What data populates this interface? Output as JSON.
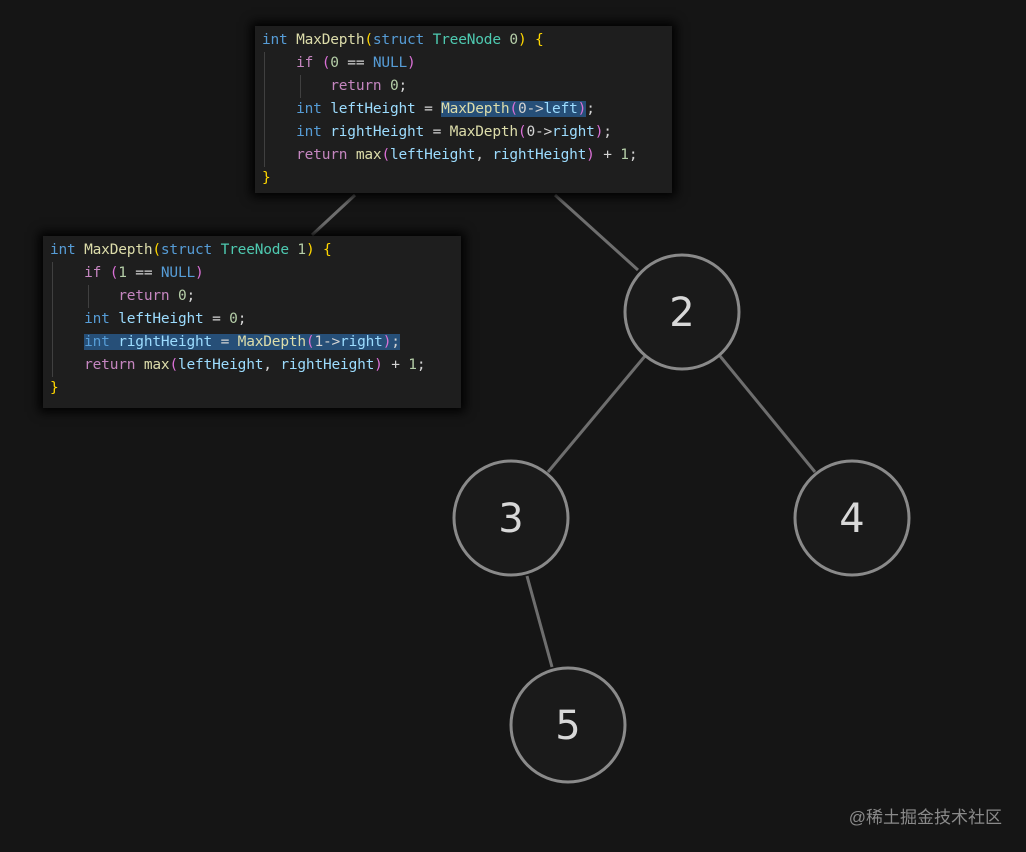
{
  "code_blocks": [
    {
      "lines": [
        [
          {
            "t": "int",
            "c": "kw"
          },
          {
            "t": " "
          },
          {
            "t": "MaxDepth",
            "c": "fn"
          },
          {
            "t": "(",
            "c": "br1"
          },
          {
            "t": "struct",
            "c": "kw"
          },
          {
            "t": " "
          },
          {
            "t": "TreeNode",
            "c": "ty"
          },
          {
            "t": " "
          },
          {
            "t": "0",
            "c": "num"
          },
          {
            "t": ")",
            "c": "br1"
          },
          {
            "t": " "
          },
          {
            "t": "{",
            "c": "br1"
          }
        ],
        [
          {
            "t": "    "
          },
          {
            "t": "if",
            "c": "ctl"
          },
          {
            "t": " "
          },
          {
            "t": "(",
            "c": "br2"
          },
          {
            "t": "0",
            "c": "num"
          },
          {
            "t": " == ",
            "c": "pl"
          },
          {
            "t": "NULL",
            "c": "kw"
          },
          {
            "t": ")",
            "c": "br2"
          }
        ],
        [
          {
            "t": "        "
          },
          {
            "t": "return",
            "c": "ctl"
          },
          {
            "t": " "
          },
          {
            "t": "0",
            "c": "num"
          },
          {
            "t": ";",
            "c": "pl"
          }
        ],
        [
          {
            "t": "    "
          },
          {
            "t": "int",
            "c": "kw"
          },
          {
            "t": " "
          },
          {
            "t": "leftHeight",
            "c": "var"
          },
          {
            "t": " = ",
            "c": "pl"
          },
          {
            "t": "MaxDepth",
            "c": "fn",
            "sel": true
          },
          {
            "t": "(",
            "c": "br2",
            "sel": true
          },
          {
            "t": "0->",
            "c": "pl",
            "sel": true
          },
          {
            "t": "left",
            "c": "var",
            "sel": true
          },
          {
            "t": ")",
            "c": "br2",
            "sel": true
          },
          {
            "t": ";",
            "c": "pl"
          }
        ],
        [
          {
            "t": "    "
          },
          {
            "t": "int",
            "c": "kw"
          },
          {
            "t": " "
          },
          {
            "t": "rightHeight",
            "c": "var"
          },
          {
            "t": " = ",
            "c": "pl"
          },
          {
            "t": "MaxDepth",
            "c": "fn"
          },
          {
            "t": "(",
            "c": "br2"
          },
          {
            "t": "0->",
            "c": "pl"
          },
          {
            "t": "right",
            "c": "var"
          },
          {
            "t": ")",
            "c": "br2"
          },
          {
            "t": ";",
            "c": "pl"
          }
        ],
        [
          {
            "t": "    "
          },
          {
            "t": "return",
            "c": "ctl"
          },
          {
            "t": " "
          },
          {
            "t": "max",
            "c": "fn"
          },
          {
            "t": "(",
            "c": "br2"
          },
          {
            "t": "leftHeight",
            "c": "var"
          },
          {
            "t": ", ",
            "c": "pl"
          },
          {
            "t": "rightHeight",
            "c": "var"
          },
          {
            "t": ")",
            "c": "br2"
          },
          {
            "t": " + ",
            "c": "pl"
          },
          {
            "t": "1",
            "c": "num"
          },
          {
            "t": ";",
            "c": "pl"
          }
        ],
        [
          {
            "t": "}",
            "c": "br1"
          }
        ]
      ]
    },
    {
      "lines": [
        [
          {
            "t": "int",
            "c": "kw"
          },
          {
            "t": " "
          },
          {
            "t": "MaxDepth",
            "c": "fn"
          },
          {
            "t": "(",
            "c": "br1"
          },
          {
            "t": "struct",
            "c": "kw"
          },
          {
            "t": " "
          },
          {
            "t": "TreeNode",
            "c": "ty"
          },
          {
            "t": " "
          },
          {
            "t": "1",
            "c": "num"
          },
          {
            "t": ")",
            "c": "br1"
          },
          {
            "t": " "
          },
          {
            "t": "{",
            "c": "br1"
          }
        ],
        [
          {
            "t": "    "
          },
          {
            "t": "if",
            "c": "ctl"
          },
          {
            "t": " "
          },
          {
            "t": "(",
            "c": "br2"
          },
          {
            "t": "1",
            "c": "num"
          },
          {
            "t": " == ",
            "c": "pl"
          },
          {
            "t": "NULL",
            "c": "kw"
          },
          {
            "t": ")",
            "c": "br2"
          }
        ],
        [
          {
            "t": "        "
          },
          {
            "t": "return",
            "c": "ctl"
          },
          {
            "t": " "
          },
          {
            "t": "0",
            "c": "num"
          },
          {
            "t": ";",
            "c": "pl"
          }
        ],
        [
          {
            "t": "    "
          },
          {
            "t": "int",
            "c": "kw"
          },
          {
            "t": " "
          },
          {
            "t": "leftHeight",
            "c": "var"
          },
          {
            "t": " = ",
            "c": "pl"
          },
          {
            "t": "0",
            "c": "num"
          },
          {
            "t": ";",
            "c": "pl"
          }
        ],
        [
          {
            "t": "    "
          },
          {
            "t": "int",
            "c": "kw",
            "sel": true
          },
          {
            "t": " ",
            "sel": true
          },
          {
            "t": "rightHeight",
            "c": "var",
            "sel": true
          },
          {
            "t": " = ",
            "c": "pl",
            "sel": true
          },
          {
            "t": "MaxDepth",
            "c": "fn",
            "sel": true
          },
          {
            "t": "(",
            "c": "br2",
            "sel": true
          },
          {
            "t": "1->",
            "c": "pl",
            "sel": true
          },
          {
            "t": "right",
            "c": "var",
            "sel": true
          },
          {
            "t": ")",
            "c": "br2",
            "sel": true
          },
          {
            "t": ";",
            "c": "pl",
            "sel": true
          }
        ],
        [
          {
            "t": "    "
          },
          {
            "t": "return",
            "c": "ctl"
          },
          {
            "t": " "
          },
          {
            "t": "max",
            "c": "fn"
          },
          {
            "t": "(",
            "c": "br2"
          },
          {
            "t": "leftHeight",
            "c": "var"
          },
          {
            "t": ", ",
            "c": "pl"
          },
          {
            "t": "rightHeight",
            "c": "var"
          },
          {
            "t": ")",
            "c": "br2"
          },
          {
            "t": " + ",
            "c": "pl"
          },
          {
            "t": "1",
            "c": "num"
          },
          {
            "t": ";",
            "c": "pl"
          }
        ],
        [
          {
            "t": "}",
            "c": "br1"
          }
        ]
      ]
    }
  ],
  "tree": {
    "nodes": [
      {
        "label": "2"
      },
      {
        "label": "3"
      },
      {
        "label": "4"
      },
      {
        "label": "5"
      }
    ],
    "edge_color": "#6e6e6e",
    "node_stroke": "#8a8a8a"
  },
  "watermark": "@稀土掘金技术社区"
}
